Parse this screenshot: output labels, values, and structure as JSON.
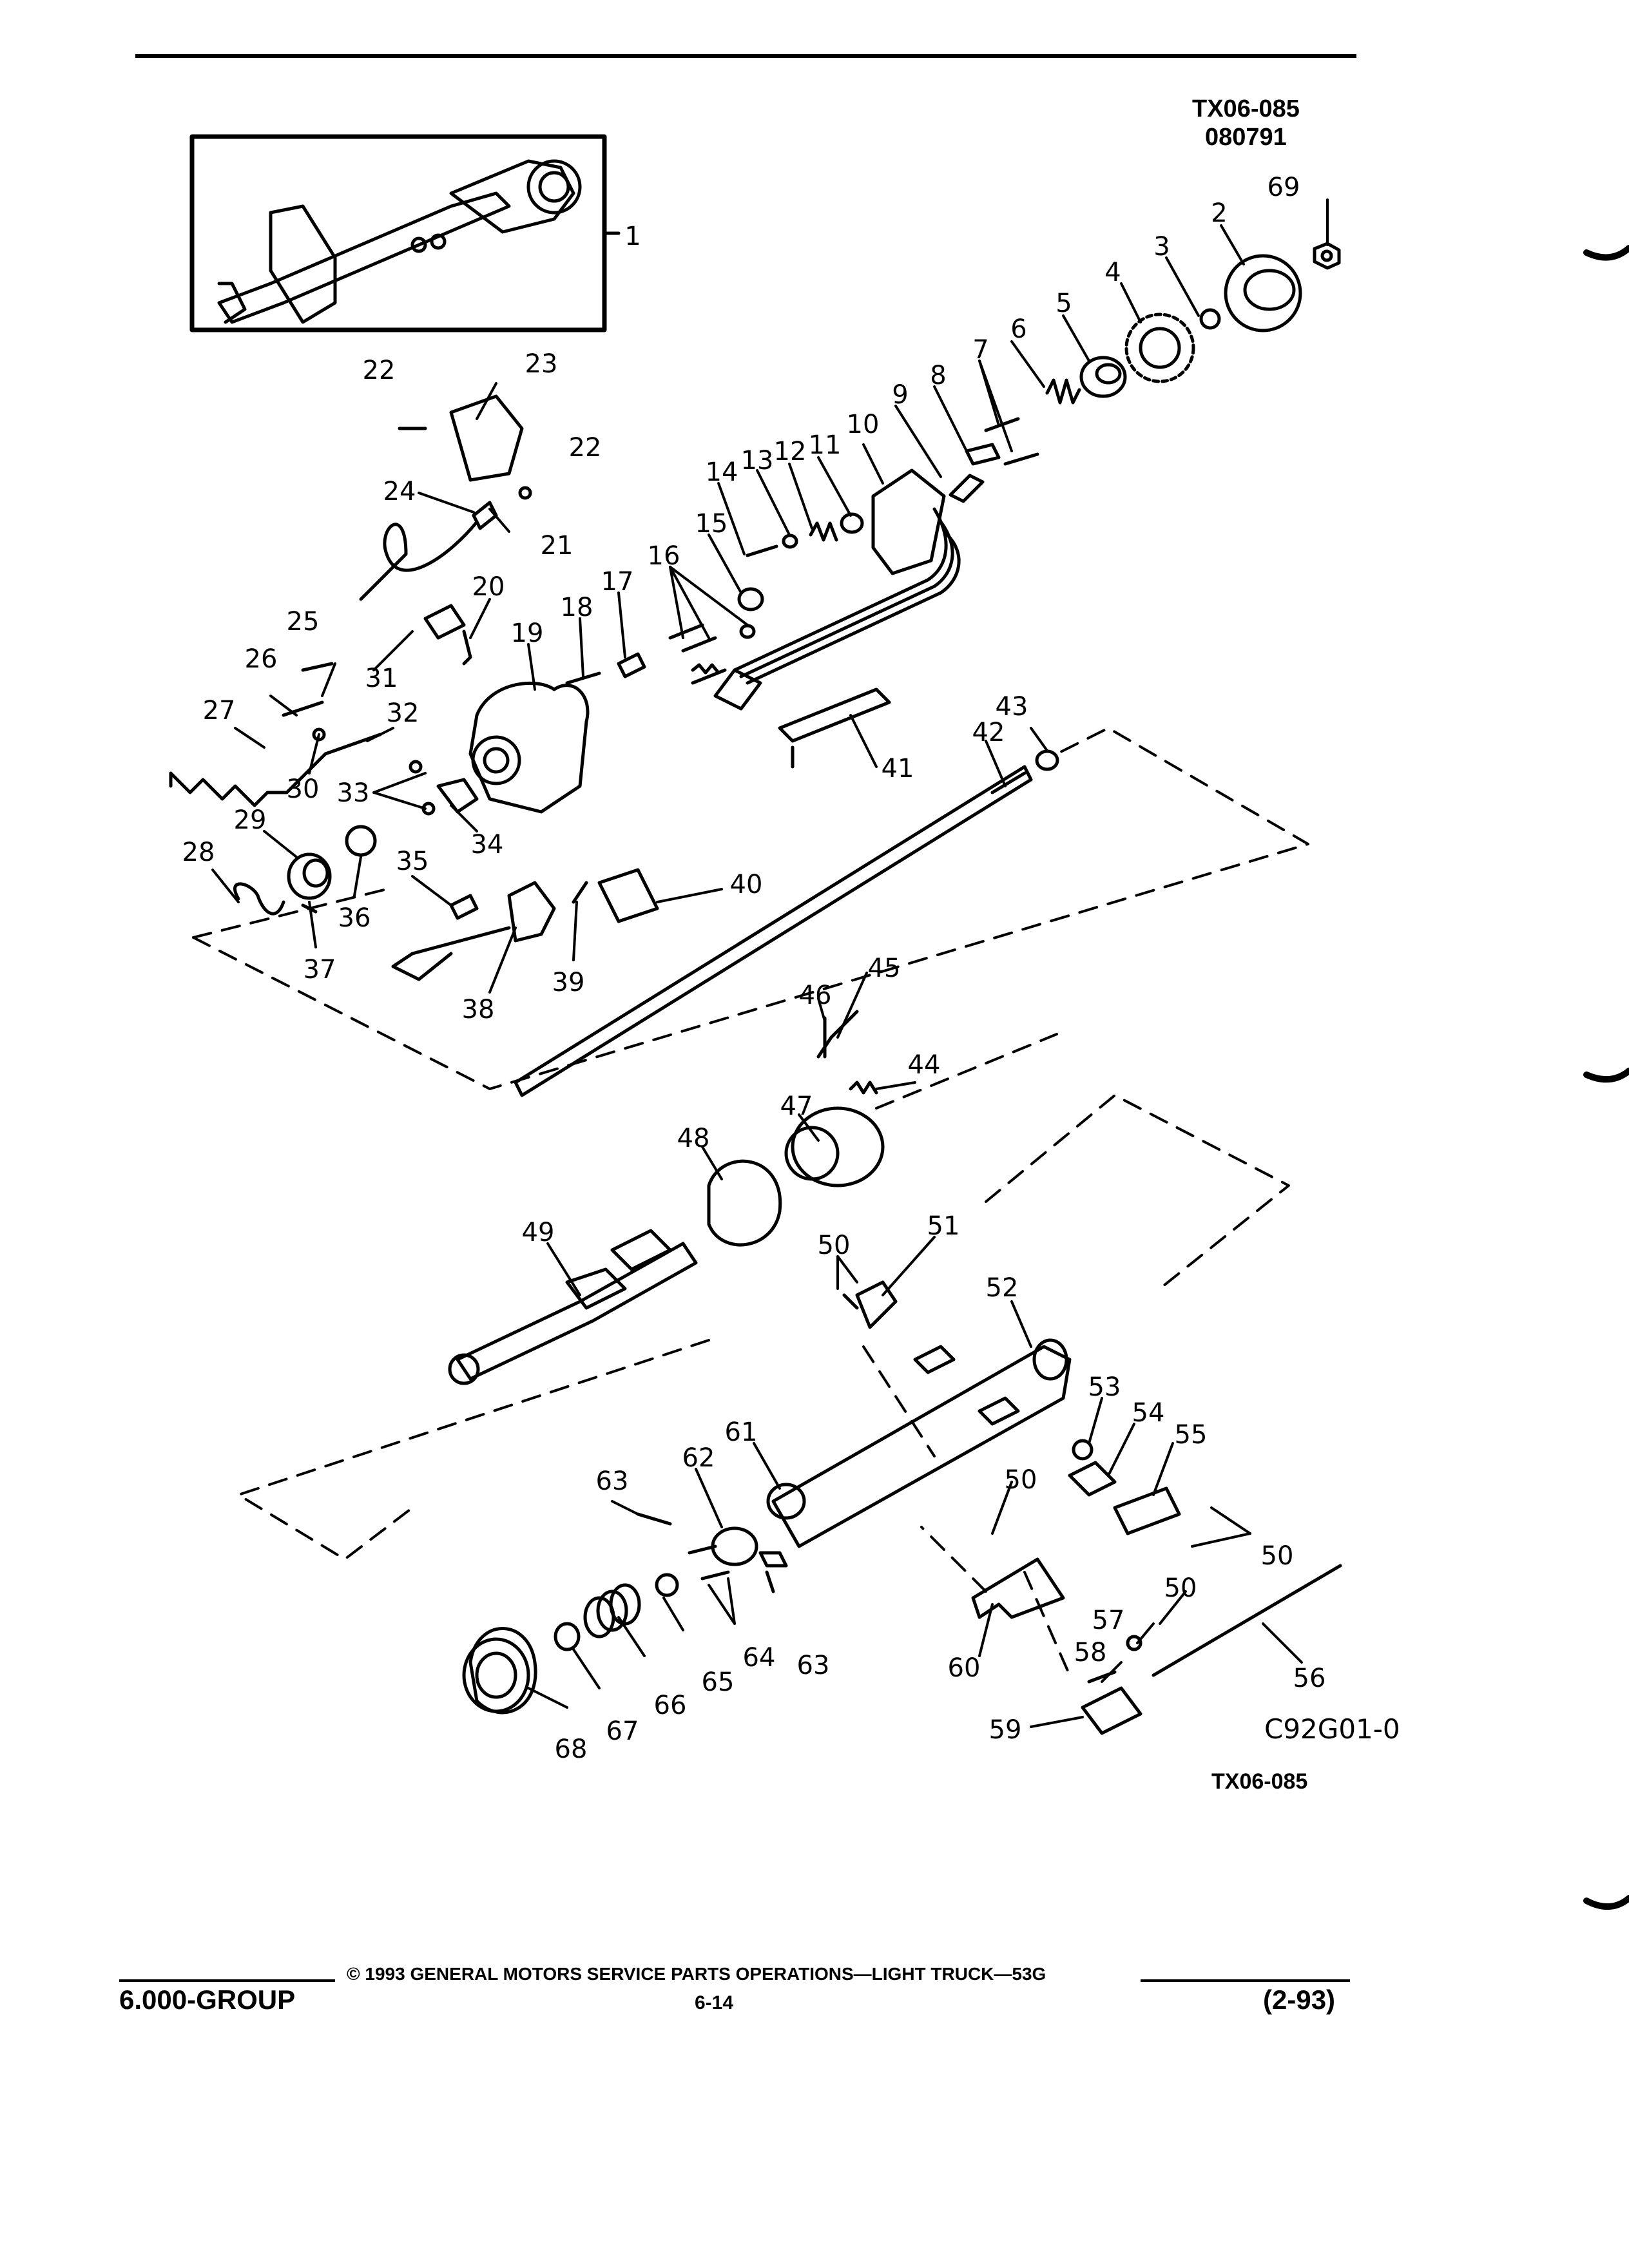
{
  "header": {
    "doc_code": "TX06-085",
    "doc_date": "080791"
  },
  "diagram": {
    "inset_label": "1",
    "drawing_code": "C92G01-0",
    "caption_code": "TX06-085",
    "callouts": [
      "2",
      "3",
      "4",
      "5",
      "6",
      "7",
      "8",
      "9",
      "10",
      "11",
      "12",
      "13",
      "14",
      "15",
      "16",
      "17",
      "18",
      "19",
      "20",
      "21",
      "22",
      "22",
      "23",
      "24",
      "25",
      "26",
      "27",
      "28",
      "29",
      "30",
      "31",
      "32",
      "33",
      "34",
      "35",
      "36",
      "37",
      "38",
      "39",
      "40",
      "41",
      "42",
      "43",
      "44",
      "45",
      "46",
      "47",
      "48",
      "49",
      "50",
      "50",
      "50",
      "50",
      "51",
      "52",
      "53",
      "54",
      "55",
      "56",
      "57",
      "58",
      "59",
      "60",
      "61",
      "62",
      "63",
      "63",
      "64",
      "65",
      "66",
      "67",
      "68",
      "69"
    ]
  },
  "footer": {
    "group": "6.000-GROUP",
    "copyright": "© 1993 GENERAL MOTORS SERVICE PARTS OPERATIONS—LIGHT TRUCK—53G",
    "page": "6-14",
    "revision": "(2-93)"
  }
}
